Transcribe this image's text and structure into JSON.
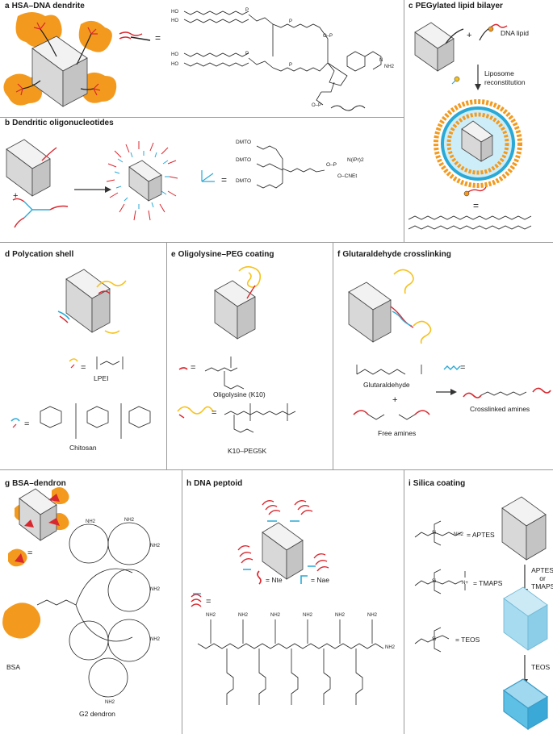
{
  "panels": {
    "a": {
      "letter": "a",
      "title": "HSA–DNA dendrite",
      "equals": "="
    },
    "b": {
      "letter": "b",
      "title": "Dendritic oligonucleotides",
      "plus": "+",
      "equals": "=",
      "chem": [
        "DMTO",
        "DMTO",
        "DMTO",
        "O–P",
        "N(iPr)2",
        "O–CNEt"
      ]
    },
    "c": {
      "letter": "c",
      "title": "PEGylated lipid bilayer",
      "plus": "+",
      "dna_lipid": "DNA lipid",
      "step": "Liposome reconstitution",
      "equals": "="
    },
    "d": {
      "letter": "d",
      "title": "Polycation shell",
      "lpei": "LPEI",
      "chitosan": "Chitosan",
      "equals": "="
    },
    "e": {
      "letter": "e",
      "title": "Oligolysine–PEG coating",
      "oligolysine": "Oligolysine (K10)",
      "peg": "K10–PEG5K",
      "equals": "="
    },
    "f": {
      "letter": "f",
      "title": "Glutaraldehyde crosslinking",
      "glutaraldehyde": "Glutaraldehyde",
      "plus": "+",
      "free_amines": "Free amines",
      "crosslinked": "Crosslinked amines",
      "equals": "="
    },
    "g": {
      "letter": "g",
      "title": "BSA–dendron",
      "bsa": "BSA",
      "dendron": "G2 dendron",
      "equals": "="
    },
    "h": {
      "letter": "h",
      "title": "DNA peptoid",
      "nte": "= Nte",
      "nae": "= Nae",
      "equals": "="
    },
    "i": {
      "letter": "i",
      "title": "Silica coating",
      "aptes": "= APTES",
      "tmaps": "= TMAPS",
      "teos": "= TEOS",
      "step1": "APTES or TMAPS",
      "step2": "TEOS"
    }
  },
  "colors": {
    "dna": "#d9272e",
    "protein": "#f39a1e",
    "cyan": "#2aa9d6",
    "yellow": "#f6c21c",
    "block": "#e6e6e6",
    "silica": "#9fd8ef",
    "divider": "#9a9a9a"
  }
}
